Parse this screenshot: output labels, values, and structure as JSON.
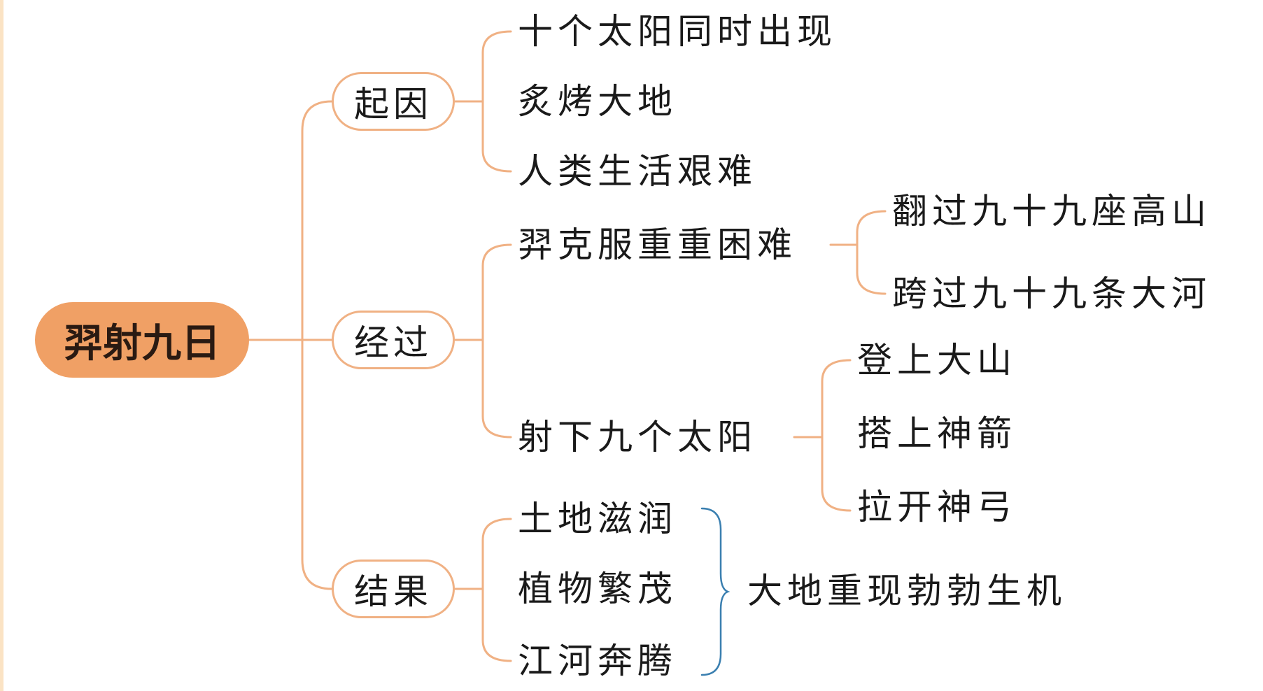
{
  "root": {
    "label": "羿射九日"
  },
  "sections": {
    "cause": {
      "label": "起因",
      "items": [
        "十个太阳同时出现",
        "炙烤大地",
        "人类生活艰难"
      ]
    },
    "process": {
      "label": "经过",
      "hardship": {
        "label": "羿克服重重困难",
        "items": [
          "翻过九十九座高山",
          "跨过九十九条大河"
        ]
      },
      "shooting": {
        "label": "射下九个太阳",
        "items": [
          "登上大山",
          "搭上神箭",
          "拉开神弓"
        ]
      }
    },
    "result": {
      "label": "结果",
      "items": [
        "土地滋润",
        "植物繁茂",
        "江河奔腾"
      ],
      "summary": "大地重现勃勃生机"
    }
  },
  "colors": {
    "root_fill": "#f0a065",
    "connector": "#f0b184",
    "pill_border": "#f0b184",
    "brace": "#3a7fb0",
    "edge_strip": "#fbe3c4"
  }
}
